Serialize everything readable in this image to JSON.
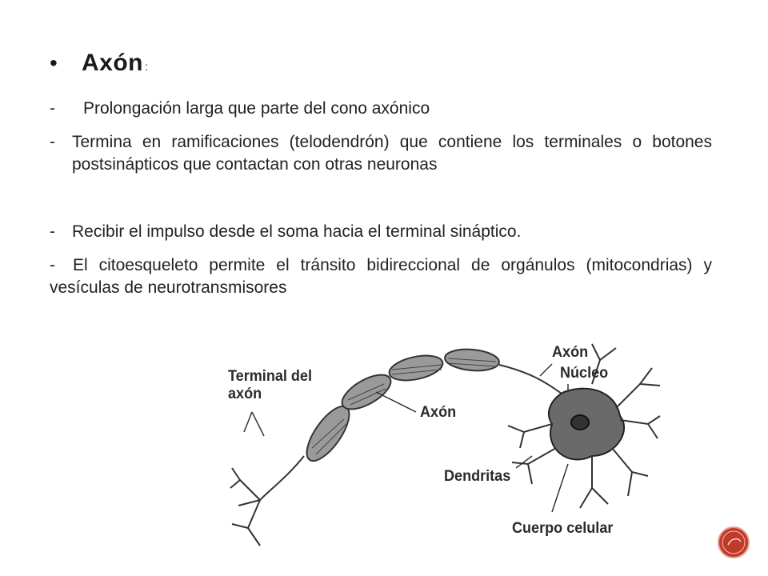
{
  "slide": {
    "title": "Axón",
    "title_suffix": ":",
    "bullet": "•",
    "items": [
      {
        "dash": "-",
        "text": "Prolongación larga que parte del cono axónico"
      },
      {
        "dash": "-",
        "text": "Termina en ramificaciones (telodendrón) que contiene los terminales o botones postsinápticos que contactan con otras neuronas"
      },
      {
        "dash": "-",
        "text": "Recibir el impulso desde el soma hacia el terminal sináptico."
      },
      {
        "dash": "-",
        "text": "El citoesqueleto permite el tránsito bidireccional de orgánulos (mitocondrias) y    vesículas de neurotransmisores"
      }
    ]
  },
  "figure": {
    "labels": {
      "terminal": "Terminal del axón",
      "axon_top": "Axón",
      "nucleus": "Núcleo",
      "axon_mid": "Axón",
      "dendrites": "Dendritas",
      "cell_body": "Cuerpo celular"
    }
  },
  "colors": {
    "logo_accent": "#c0392b",
    "text": "#1a1a1a",
    "figure_ink": "#333333",
    "soma_fill": "#6a6a6a",
    "myelin_fill": "#9a9a9a"
  }
}
